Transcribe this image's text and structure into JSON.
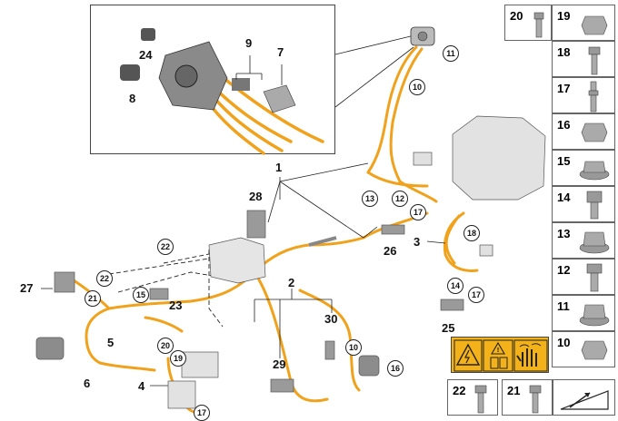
{
  "callouts_plain": [
    "1",
    "2",
    "3",
    "4",
    "5",
    "6",
    "7",
    "8",
    "9",
    "24",
    "25",
    "26",
    "27",
    "28",
    "29",
    "30",
    "23"
  ],
  "callouts_circled": [
    "10",
    "11",
    "12",
    "13",
    "14",
    "15",
    "16",
    "17",
    "18",
    "19",
    "20",
    "21",
    "22"
  ],
  "inset": {
    "labels": {
      "l24": "24",
      "l8": "8",
      "l9": "9",
      "l7": "7"
    }
  },
  "main_labels": {
    "l1": "1",
    "l28": "28",
    "l26": "26",
    "l3": "3",
    "l2": "2",
    "l30": "30",
    "l27": "27",
    "l23": "23",
    "l5": "5",
    "l6": "6",
    "l4": "4",
    "l29": "29",
    "l25": "25"
  },
  "main_circled": {
    "c11": "11",
    "c10a": "10",
    "c13": "13",
    "c12": "12",
    "c17a": "17",
    "c18": "18",
    "c14": "14",
    "c17b": "17",
    "c22a": "22",
    "c22b": "22",
    "c21": "21",
    "c15": "15",
    "c20": "20",
    "c19": "19",
    "c10b": "10",
    "c16": "16",
    "c17c": "17"
  },
  "parts_legend": {
    "top": "20",
    "right": [
      "19",
      "18",
      "17",
      "16",
      "15",
      "14",
      "13",
      "12",
      "11",
      "10"
    ],
    "bottom": [
      "22",
      "21"
    ]
  },
  "colors": {
    "cable": "#f0a21c",
    "warning": "#f3b21a",
    "part": "#9a9a9a",
    "line": "#222222"
  },
  "icons": [
    "high-voltage-warning-icon",
    "caution-manual-icon",
    "no-hand-contact-icon",
    "direction-arrow-icon"
  ]
}
